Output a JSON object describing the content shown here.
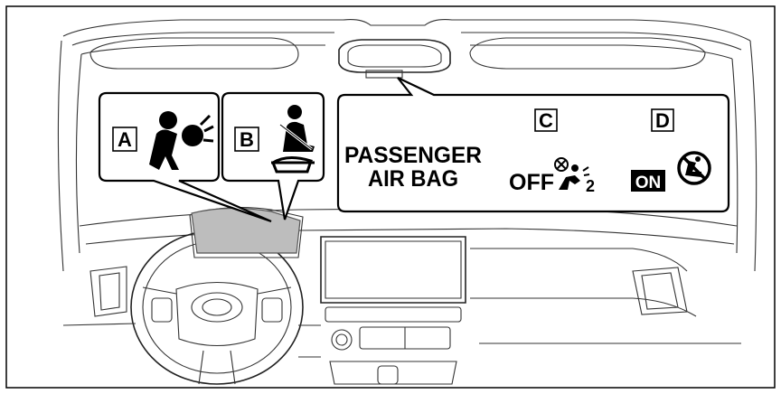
{
  "callouts": {
    "a": {
      "letter": "A",
      "icon": "airbag-warning-icon"
    },
    "b": {
      "letter": "B",
      "icon": "seatbelt-reminder-icon"
    }
  },
  "passenger_panel": {
    "title_line1": "PASSENGER",
    "title_line2": "AIR BAG",
    "c": {
      "letter": "C",
      "text": "OFF",
      "icon": "passenger-airbag-off-icon",
      "icon_subscript": "2"
    },
    "d": {
      "letter": "D",
      "text": "ON",
      "icon": "passenger-airbag-on-icon"
    }
  },
  "colors": {
    "line": "#333333",
    "highlight": "#bdbdbd",
    "ink": "#000000"
  }
}
